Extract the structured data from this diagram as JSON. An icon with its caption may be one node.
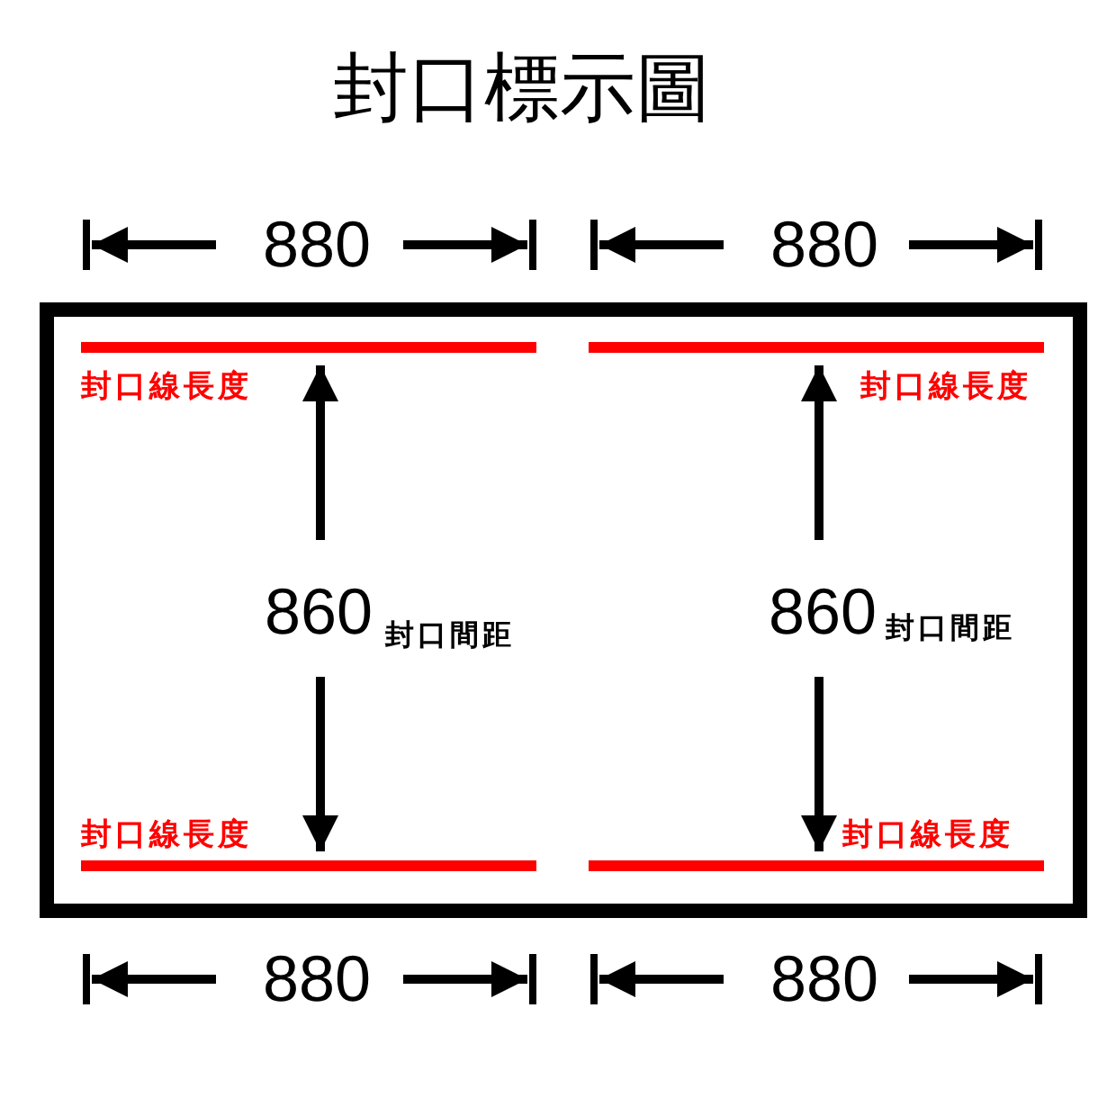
{
  "diagram": {
    "title": "封口標示圖",
    "labels": [
      "880",
      "880",
      "封口線長度",
      "封口線長度",
      "860",
      "封口間距",
      "860",
      "封口間距",
      "封口線長度",
      "封口線長度",
      "880",
      "880"
    ]
  }
}
